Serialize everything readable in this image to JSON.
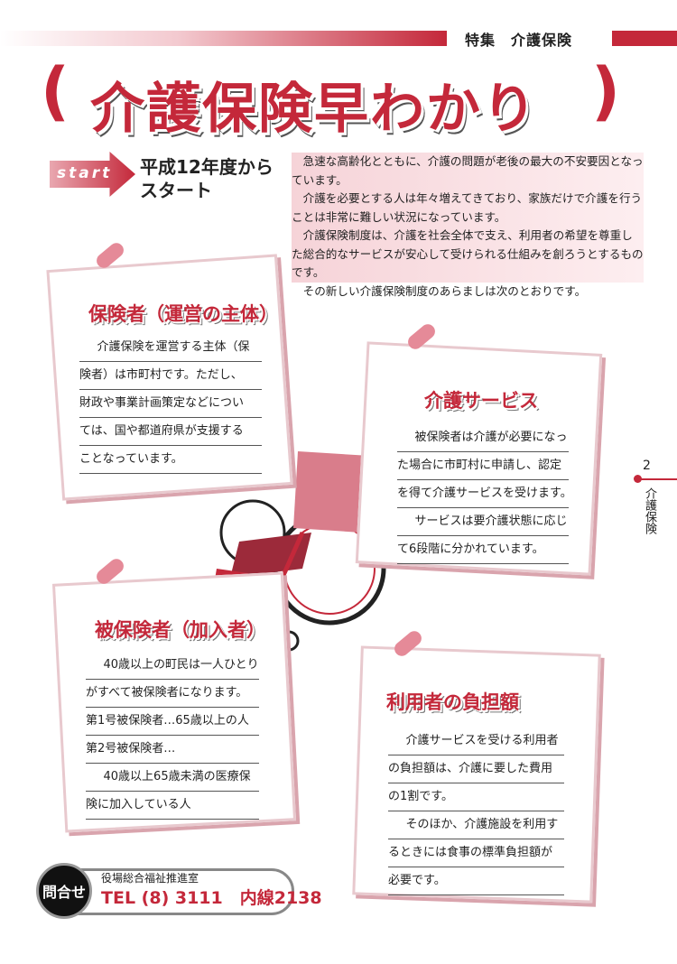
{
  "header": {
    "section": "特集　介護保険"
  },
  "title": "介護保険早わかり",
  "start": {
    "label": "start",
    "subtitle_line1": "平成12年度から",
    "subtitle_line2": "スタート"
  },
  "intro": [
    "急速な高齢化とともに、介護の問題が老後の最大の不安要因となっています。",
    "介護を必要とする人は年々増えてきており、家族だけで介護を行うことは非常に難しい状況になっています。",
    "介護保険制度は、介護を社会全体で支え、利用者の希望を尊重した総合的なサービスが安心して受けられる仕組みを創ろうとするものです。",
    "その新しい介護保険制度のあらましは次のとおりです。"
  ],
  "notes": [
    {
      "title": "保険者（運営の主体）",
      "lines": [
        "介護保険を運営する主体（保",
        "険者）は市町村です。ただし、",
        "財政や事業計画策定などについ",
        "ては、国や都道府県が支援する",
        "ことなっています。"
      ]
    },
    {
      "title": "介護サービス",
      "lines": [
        "被保険者は介護が必要になっ",
        "た場合に市町村に申請し、認定",
        "を得て介護サービスを受けます。",
        "サービスは要介護状態に応じ",
        "て6段階に分かれています。"
      ]
    },
    {
      "title": "被保険者（加入者）",
      "lines": [
        "40歳以上の町民は一人ひとり",
        "がすべて被保険者になります。",
        "第1号被保険者…65歳以上の人",
        "第2号被保険者…",
        "40歳以上65歳未満の医療保",
        "険に加入している人"
      ]
    },
    {
      "title": "利用者の負担額",
      "lines": [
        "介護サービスを受ける利用者",
        "の負担額は、介護に要した費用",
        "の1割です。",
        "そのほか、介護施設を利用す",
        "るときには食事の標準負担額が",
        "必要です。"
      ]
    }
  ],
  "contact": {
    "label": "問合せ",
    "dept": "役場総合福祉推進室",
    "tel": "TEL (8) 3111　内線2138"
  },
  "side": {
    "page": "2",
    "tab": "介護保険"
  }
}
